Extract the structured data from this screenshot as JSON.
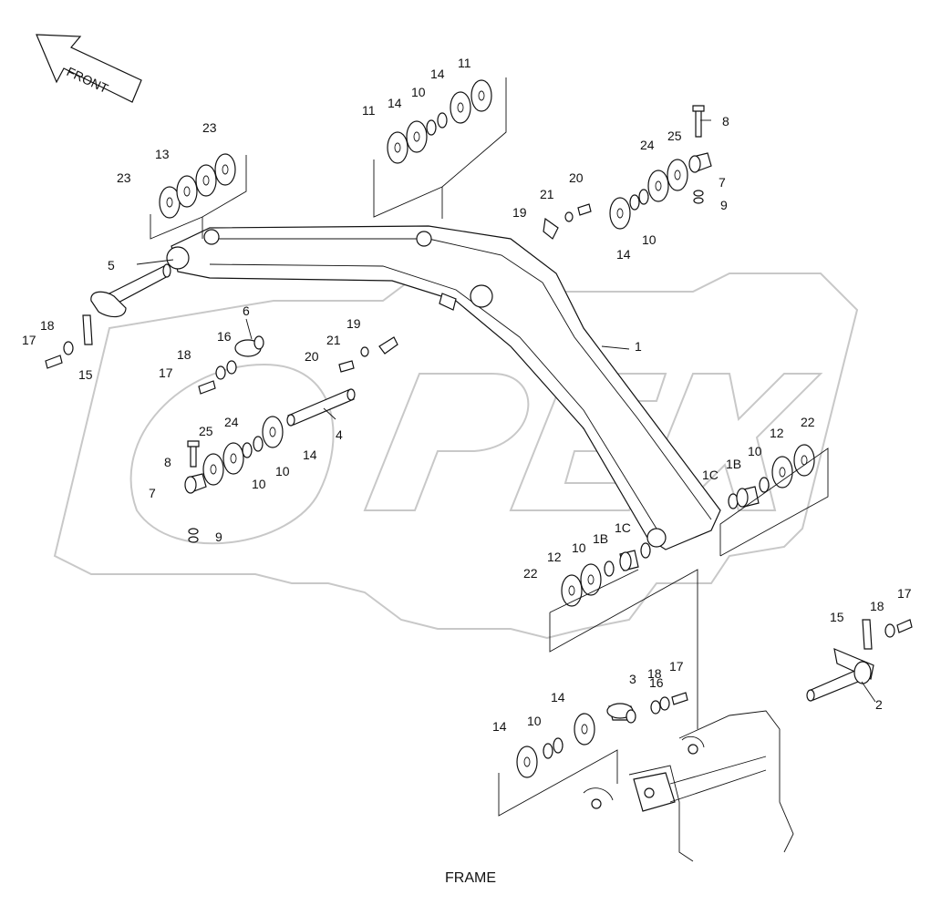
{
  "diagram": {
    "direction_arrow": "FRONT",
    "caption": "FRAME",
    "watermark_text": "OPEX",
    "labels": [
      {
        "id": "l11a",
        "text": "11"
      },
      {
        "id": "l14a",
        "text": "14"
      },
      {
        "id": "l10a",
        "text": "10"
      },
      {
        "id": "l11b",
        "text": "11"
      },
      {
        "id": "l14b",
        "text": "14"
      },
      {
        "id": "l23a",
        "text": "23"
      },
      {
        "id": "l13",
        "text": "13"
      },
      {
        "id": "l23b",
        "text": "23"
      },
      {
        "id": "l8a",
        "text": "8"
      },
      {
        "id": "l24a",
        "text": "24"
      },
      {
        "id": "l25a",
        "text": "25"
      },
      {
        "id": "l7a",
        "text": "7"
      },
      {
        "id": "l9a",
        "text": "9"
      },
      {
        "id": "l20a",
        "text": "20"
      },
      {
        "id": "l21a",
        "text": "21"
      },
      {
        "id": "l19a",
        "text": "19"
      },
      {
        "id": "l14c",
        "text": "14"
      },
      {
        "id": "l10b",
        "text": "10"
      },
      {
        "id": "l5",
        "text": "5"
      },
      {
        "id": "l6",
        "text": "6"
      },
      {
        "id": "l18a",
        "text": "18"
      },
      {
        "id": "l17a",
        "text": "17"
      },
      {
        "id": "l15a",
        "text": "15"
      },
      {
        "id": "l16a",
        "text": "16"
      },
      {
        "id": "l18b",
        "text": "18"
      },
      {
        "id": "l17b",
        "text": "17"
      },
      {
        "id": "l19b",
        "text": "19"
      },
      {
        "id": "l21b",
        "text": "21"
      },
      {
        "id": "l20b",
        "text": "20"
      },
      {
        "id": "l1",
        "text": "1"
      },
      {
        "id": "l4",
        "text": "4"
      },
      {
        "id": "l25b",
        "text": "25"
      },
      {
        "id": "l24b",
        "text": "24"
      },
      {
        "id": "l8b",
        "text": "8"
      },
      {
        "id": "l7b",
        "text": "7"
      },
      {
        "id": "l10c",
        "text": "10"
      },
      {
        "id": "l10d",
        "text": "10"
      },
      {
        "id": "l14d",
        "text": "14"
      },
      {
        "id": "l9b",
        "text": "9"
      },
      {
        "id": "l12a",
        "text": "12"
      },
      {
        "id": "l22a",
        "text": "22"
      },
      {
        "id": "l10e",
        "text": "10"
      },
      {
        "id": "l1Ba",
        "text": "1B"
      },
      {
        "id": "l1Ca",
        "text": "1C"
      },
      {
        "id": "l1Cb",
        "text": "1C"
      },
      {
        "id": "l1Bb",
        "text": "1B"
      },
      {
        "id": "l10f",
        "text": "10"
      },
      {
        "id": "l12b",
        "text": "12"
      },
      {
        "id": "l22b",
        "text": "22"
      },
      {
        "id": "l15b",
        "text": "15"
      },
      {
        "id": "l18c",
        "text": "18"
      },
      {
        "id": "l17c",
        "text": "17"
      },
      {
        "id": "l2",
        "text": "2"
      },
      {
        "id": "l3",
        "text": "3"
      },
      {
        "id": "l16b",
        "text": "16"
      },
      {
        "id": "l18d",
        "text": "18"
      },
      {
        "id": "l17d",
        "text": "17"
      },
      {
        "id": "l14e",
        "text": "14"
      },
      {
        "id": "l10g",
        "text": "10"
      },
      {
        "id": "l14f",
        "text": "14"
      }
    ]
  }
}
